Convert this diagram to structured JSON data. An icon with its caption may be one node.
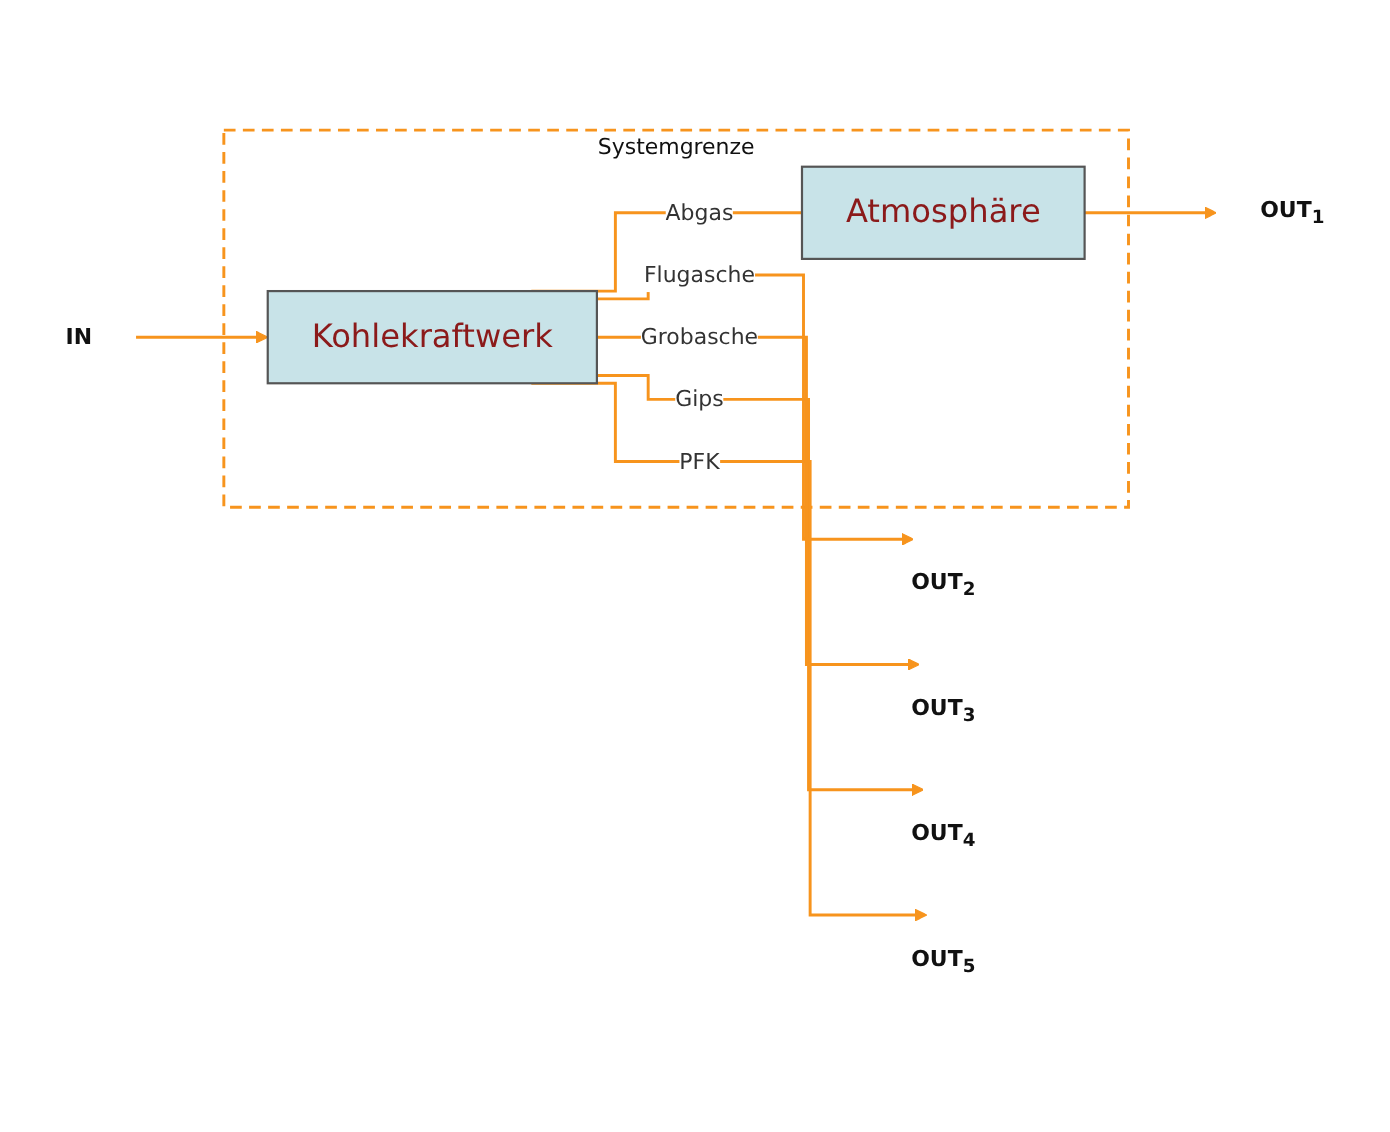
{
  "diagram": {
    "nodes": [
      {
        "text": [
          "Systemgrenze"
        ]
      },
      {
        "text": [
          "Atmosphäre"
        ],
        "in": 0
      },
      {
        "text": [
          "Kohlekraftwerk"
        ],
        "in": 0
      },
      {
        "text": [
          "IN"
        ]
      },
      {
        "text": [
          "OUT$_{1}$"
        ]
      },
      {
        "text": [
          "OUT$_{2}$"
        ]
      },
      {
        "text": [
          "OUT$_{3}$"
        ]
      },
      {
        "text": [
          "OUT$_{4}$"
        ]
      },
      {
        "text": [
          "OUT$_{5}$"
        ]
      }
    ],
    "edges": [
      {
        "from": 3,
        "to": 2,
        "arrow": "to"
      },
      {
        "from": 2,
        "to": 1,
        "label": "Abgas",
        "arrow": "none"
      },
      {
        "from": 1,
        "to": 4,
        "arrow": "to"
      },
      {
        "from": 2,
        "to": 7,
        "label": "Gips",
        "arrow": "to"
      },
      {
        "from": 2,
        "to": 8,
        "label": "PFK",
        "arrow": "to"
      },
      {
        "from": 2,
        "to": 5,
        "label": "Flugasche",
        "arrow": "to"
      },
      {
        "from": 2,
        "to": 6,
        "label": "Grobasche",
        "arrow": "to"
      }
    ]
  }
}
